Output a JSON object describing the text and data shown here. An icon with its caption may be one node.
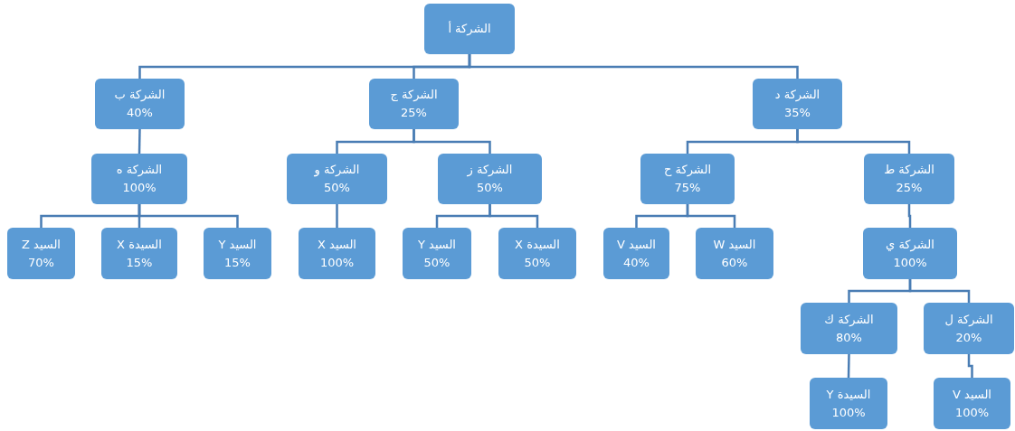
{
  "diagram": {
    "nodes": [
      {
        "text": [
          "الشركة أ"
        ]
      },
      {
        "text": [
          "الشركة ب",
          "40%"
        ]
      },
      {
        "text": [
          "الشركة ج",
          "25%"
        ]
      },
      {
        "text": [
          "الشركة د",
          "35%"
        ]
      },
      {
        "text": [
          "الشركة ه",
          "100%"
        ]
      },
      {
        "text": [
          "الشركة و",
          "50%"
        ]
      },
      {
        "text": [
          "الشركة ز",
          "50%"
        ]
      },
      {
        "text": [
          "الشركة ح",
          "75%"
        ]
      },
      {
        "text": [
          "الشركة ط",
          "25%"
        ]
      },
      {
        "text": [
          "السيد Z",
          "70%"
        ]
      },
      {
        "text": [
          "السيدة X",
          "15%"
        ]
      },
      {
        "text": [
          "السيد Y",
          "15%"
        ]
      },
      {
        "text": [
          "السيد X",
          "100%"
        ]
      },
      {
        "text": [
          "السيد Y",
          "50%"
        ]
      },
      {
        "text": [
          "السيدة X",
          "50%"
        ]
      },
      {
        "text": [
          "السيد V",
          "40%"
        ]
      },
      {
        "text": [
          "السيد W",
          "60%"
        ]
      },
      {
        "text": [
          "الشركة ي",
          "100%"
        ]
      },
      {
        "text": [
          "الشركة ك",
          "80%"
        ]
      },
      {
        "text": [
          "الشركة ل",
          "20%"
        ]
      },
      {
        "text": [
          "السيدة Y",
          "100%"
        ]
      },
      {
        "text": [
          "السيد V",
          "100%"
        ]
      }
    ],
    "edges": [
      {
        "from": 0,
        "to": 1,
        "arrow": "none"
      },
      {
        "from": 0,
        "to": 2,
        "arrow": "none"
      },
      {
        "from": 0,
        "to": 3,
        "arrow": "none"
      },
      {
        "from": 1,
        "to": 4,
        "arrow": "none"
      },
      {
        "from": 2,
        "to": 5,
        "arrow": "none"
      },
      {
        "from": 2,
        "to": 6,
        "arrow": "none"
      },
      {
        "from": 3,
        "to": 7,
        "arrow": "none"
      },
      {
        "from": 3,
        "to": 8,
        "arrow": "none"
      },
      {
        "from": 4,
        "to": 9,
        "arrow": "none"
      },
      {
        "from": 4,
        "to": 10,
        "arrow": "none"
      },
      {
        "from": 4,
        "to": 11,
        "arrow": "none"
      },
      {
        "from": 5,
        "to": 12,
        "arrow": "none"
      },
      {
        "from": 6,
        "to": 13,
        "arrow": "none"
      },
      {
        "from": 6,
        "to": 14,
        "arrow": "none"
      },
      {
        "from": 7,
        "to": 15,
        "arrow": "none"
      },
      {
        "from": 7,
        "to": 16,
        "arrow": "none"
      },
      {
        "from": 8,
        "to": 17,
        "arrow": "none"
      },
      {
        "from": 17,
        "to": 18,
        "arrow": "none"
      },
      {
        "from": 17,
        "to": 19,
        "arrow": "none"
      },
      {
        "from": 18,
        "to": 20,
        "arrow": "none"
      },
      {
        "from": 19,
        "to": 21,
        "arrow": "none"
      }
    ]
  }
}
